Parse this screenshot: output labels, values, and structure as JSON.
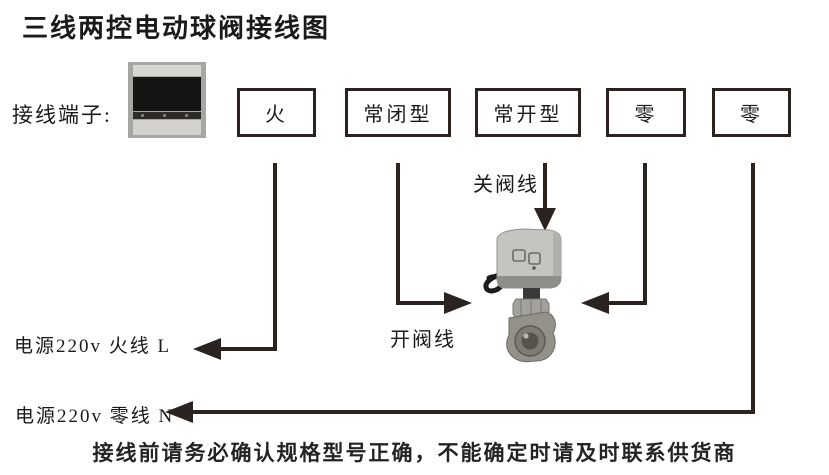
{
  "title": "三线两控电动球阀接线图",
  "terminal": {
    "label": "接线端子:",
    "image_name": "terminal-block-photo"
  },
  "terminals": [
    {
      "label": "火"
    },
    {
      "label": "常闭型"
    },
    {
      "label": "常开型"
    },
    {
      "label": "零"
    },
    {
      "label": "零"
    }
  ],
  "wire_labels": {
    "close_valve": "关阀线",
    "open_valve": "开阀线",
    "live": "电源220v 火线 L",
    "neutral": "电源220v 零线 N"
  },
  "valve_image_name": "motorized-ball-valve-photo",
  "footer_note": "接线前请务必确认规格型号正确，不能确定时请及时联系供货商",
  "colors": {
    "line": "#2b2320",
    "text": "#1c1a19",
    "bg": "#ffffff"
  }
}
